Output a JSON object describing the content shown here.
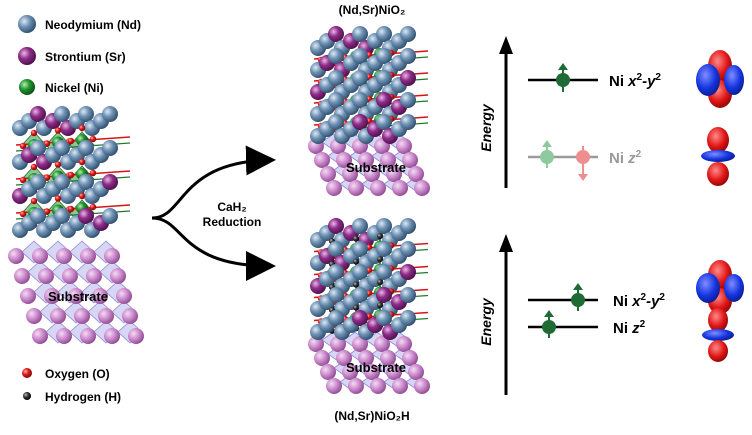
{
  "legend": {
    "nd": {
      "label": "Neodymium (Nd)",
      "color": "#4e7396"
    },
    "sr": {
      "label": "Strontium (Sr)",
      "color": "#7d1f78"
    },
    "ni": {
      "label": "Nickel (Ni)",
      "color": "#1f8a2a"
    },
    "o": {
      "label": "Oxygen (O)",
      "color": "#d61414"
    },
    "h": {
      "label": "Hydrogen (H)",
      "color": "#222222"
    }
  },
  "substrate_label": "Substrate",
  "reaction": {
    "line1": "CaH₂",
    "line2": "Reduction"
  },
  "product_top": {
    "formula": "(Nd,Sr)NiO₂"
  },
  "product_bottom": {
    "formula": "(Nd,Sr)NiO₂H"
  },
  "energy_top": {
    "axis_label": "Energy",
    "upper_level": {
      "prefix": "Ni ",
      "orbital": "x",
      "sup1": "2",
      "mid": "-y",
      "sup2": "2"
    },
    "lower_level": {
      "prefix": "Ni ",
      "orbital": "z",
      "sup": "2"
    }
  },
  "energy_bottom": {
    "axis_label": "Energy",
    "upper_level": {
      "prefix": "Ni ",
      "orbital": "x",
      "sup1": "2",
      "mid": "-y",
      "sup2": "2"
    },
    "lower_level": {
      "prefix": "Ni ",
      "orbital": "z",
      "sup": "2"
    }
  },
  "colors": {
    "nd": "#4e7396",
    "sr": "#7d1f78",
    "ni": "#1f8a2a",
    "o": "#d61414",
    "h": "#222222",
    "substrate_atom": "#c77dc9",
    "substrate_poly": "#a7a4e6",
    "level_active": "#000000",
    "level_inactive": "#9a9a9a",
    "electron_active": "#1e6b36",
    "electron_up_faded": "#8fc9a0",
    "electron_down_faded": "#ee8e8e",
    "lobe_blue": "#1535e0",
    "lobe_red": "#e01515"
  }
}
